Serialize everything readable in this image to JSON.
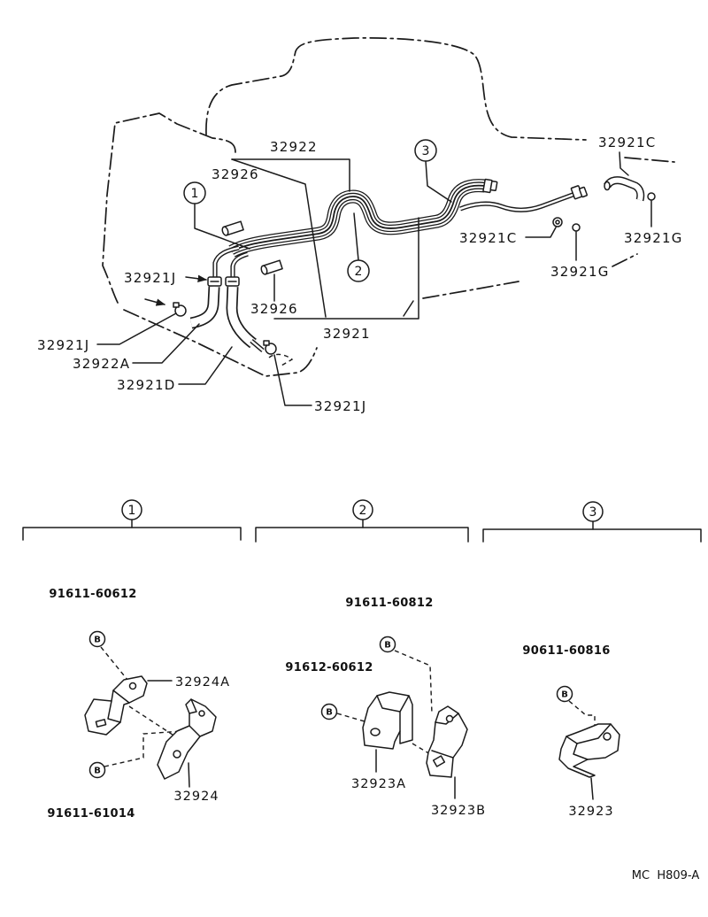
{
  "overview": {
    "callouts": [
      "1",
      "2",
      "3"
    ],
    "labels": [
      "32922",
      "32926",
      "32921C",
      "32921C",
      "32921G",
      "32921G",
      "32921J",
      "32926",
      "32921",
      "32921J",
      "32922A",
      "32921D",
      "32921J"
    ]
  },
  "details": [
    {
      "marker": "1",
      "bolt_mark": "B",
      "fasteners": [
        "91611-60612",
        "91611-61014"
      ],
      "parts": [
        "32924A",
        "32924"
      ]
    },
    {
      "marker": "2",
      "bolt_mark": "B",
      "fasteners": [
        "91611-60812",
        "91612-60612"
      ],
      "parts": [
        "32923A",
        "32923B"
      ]
    },
    {
      "marker": "3",
      "bolt_mark": "B",
      "fasteners": [
        "90611-60816"
      ],
      "parts": [
        "32923"
      ]
    }
  ],
  "footer": {
    "code": "MC  H809-A"
  }
}
